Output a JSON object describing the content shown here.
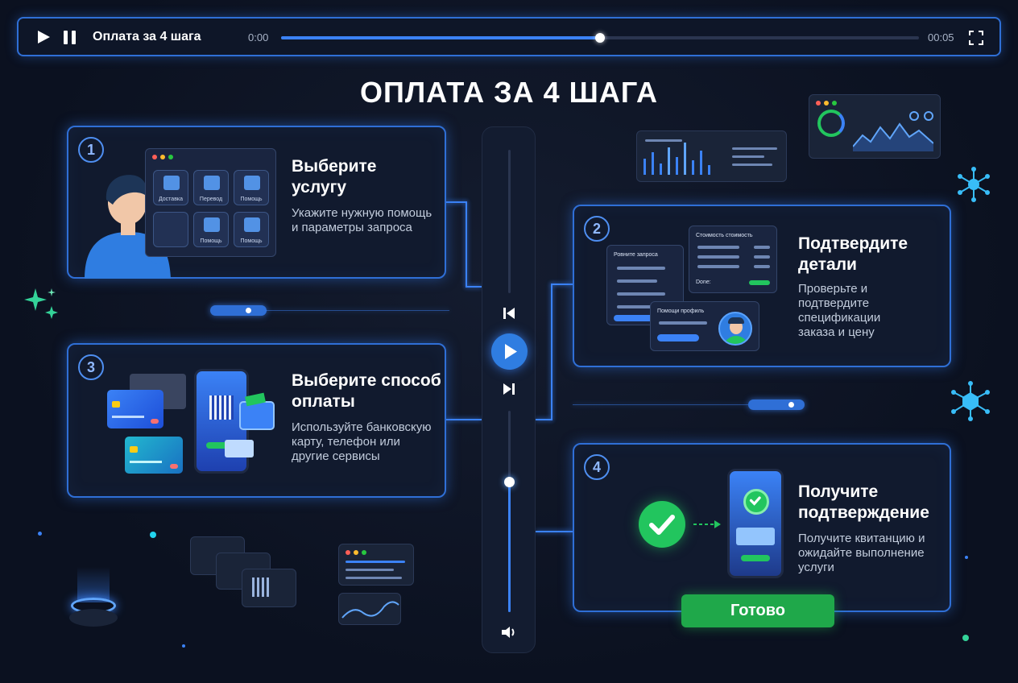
{
  "player": {
    "title": "Оплата за 4 шага",
    "time_current": "0:00",
    "time_total": "00:05",
    "progress_fraction": 0.5,
    "icons": {
      "play": "play-icon",
      "pause": "pause-icon",
      "fullscreen": "fullscreen-icon"
    }
  },
  "headline": "ОПЛАТА ЗА 4 ШАГА",
  "steps": [
    {
      "number": "1",
      "title": "Выберите услугу",
      "description": "Укажите нужную помощь и параметры запроса",
      "tiles": [
        "Доставка",
        "Перевод",
        "Помощь",
        "",
        "Помощь",
        "Помощь"
      ]
    },
    {
      "number": "2",
      "title": "Подтвердите детали",
      "description": "Проверьте и подтвердите спецификации заказа и цену",
      "panel_request": "Ровните запроса",
      "panel_cost": "Стоимость стоимость",
      "panel_total": "Done:",
      "panel_profile": "Помощи профиль"
    },
    {
      "number": "3",
      "title": "Выберите способ оплаты",
      "description": "Используйте банковскую карту, телефон или другие сервисы"
    },
    {
      "number": "4",
      "title": "Получите подтверждение",
      "description": "Получите квитанцию и ожидайте выполнение услуги"
    }
  ],
  "done_button": "Готово",
  "side_player": {
    "icons": {
      "prev": "skip-back-icon",
      "play": "play-icon",
      "next": "skip-forward-icon",
      "volume": "volume-icon"
    },
    "volume_fraction": 0.65
  },
  "colors": {
    "accent": "#3b82f6",
    "success": "#1fa84a",
    "background": "#0b1120"
  }
}
